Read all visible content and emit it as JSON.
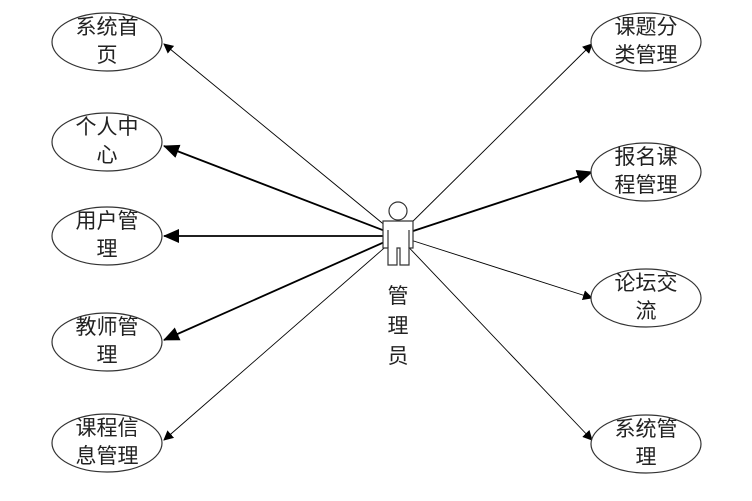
{
  "diagram": {
    "actor": {
      "label_lines": [
        "管",
        "理",
        "员"
      ]
    },
    "use_cases_left": [
      {
        "lines": [
          "系统首",
          "页"
        ]
      },
      {
        "lines": [
          "个人中",
          "心"
        ]
      },
      {
        "lines": [
          "用户管",
          "理"
        ]
      },
      {
        "lines": [
          "教师管",
          "理"
        ]
      },
      {
        "lines": [
          "课程信",
          "息管理"
        ]
      }
    ],
    "use_cases_right": [
      {
        "lines": [
          "课题分",
          "类管理"
        ]
      },
      {
        "lines": [
          "报名课",
          "程管理"
        ]
      },
      {
        "lines": [
          "论坛交",
          "流"
        ]
      },
      {
        "lines": [
          "系统管",
          "理"
        ]
      }
    ]
  }
}
